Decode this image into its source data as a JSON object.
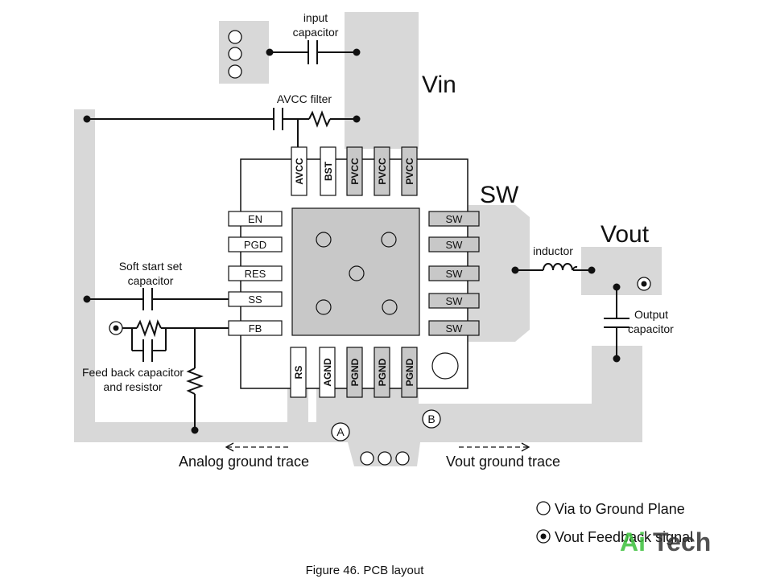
{
  "labels": {
    "input_capacitor_line1": "input",
    "input_capacitor_line2": "capacitor",
    "avcc_filter": "AVCC filter",
    "vin": "Vin",
    "sw": "SW",
    "vout": "Vout",
    "inductor": "inductor",
    "output_capacitor_line1": "Output",
    "output_capacitor_line2": "capacitor",
    "soft_start_line1": "Soft start set",
    "soft_start_line2": "capacitor",
    "feedback_line1": "Feed back capacitor",
    "feedback_line2": "and resistor",
    "analog_ground": "Analog ground trace",
    "vout_ground": "Vout ground trace",
    "point_a": "A",
    "point_b": "B"
  },
  "pins": {
    "left": [
      "EN",
      "PGD",
      "RES",
      "SS",
      "FB"
    ],
    "top": [
      "AVCC",
      "BST",
      "PVCC",
      "PVCC",
      "PVCC"
    ],
    "right": [
      "SW",
      "SW",
      "SW",
      "SW",
      "SW"
    ],
    "bottom": [
      "RS",
      "AGND",
      "PGND",
      "PGND",
      "PGND"
    ]
  },
  "legend": {
    "via": "Via to Ground Plane",
    "feedback": "Vout Feedback signal"
  },
  "caption": "Figure 46. PCB layout",
  "watermark": {
    "part1": "Ai",
    "part2": "Tech",
    "color_green": "#3cc03c",
    "color_dark": "#333333"
  },
  "colors": {
    "copper": "#d4d4d4",
    "pad": "#c4c4c4"
  }
}
